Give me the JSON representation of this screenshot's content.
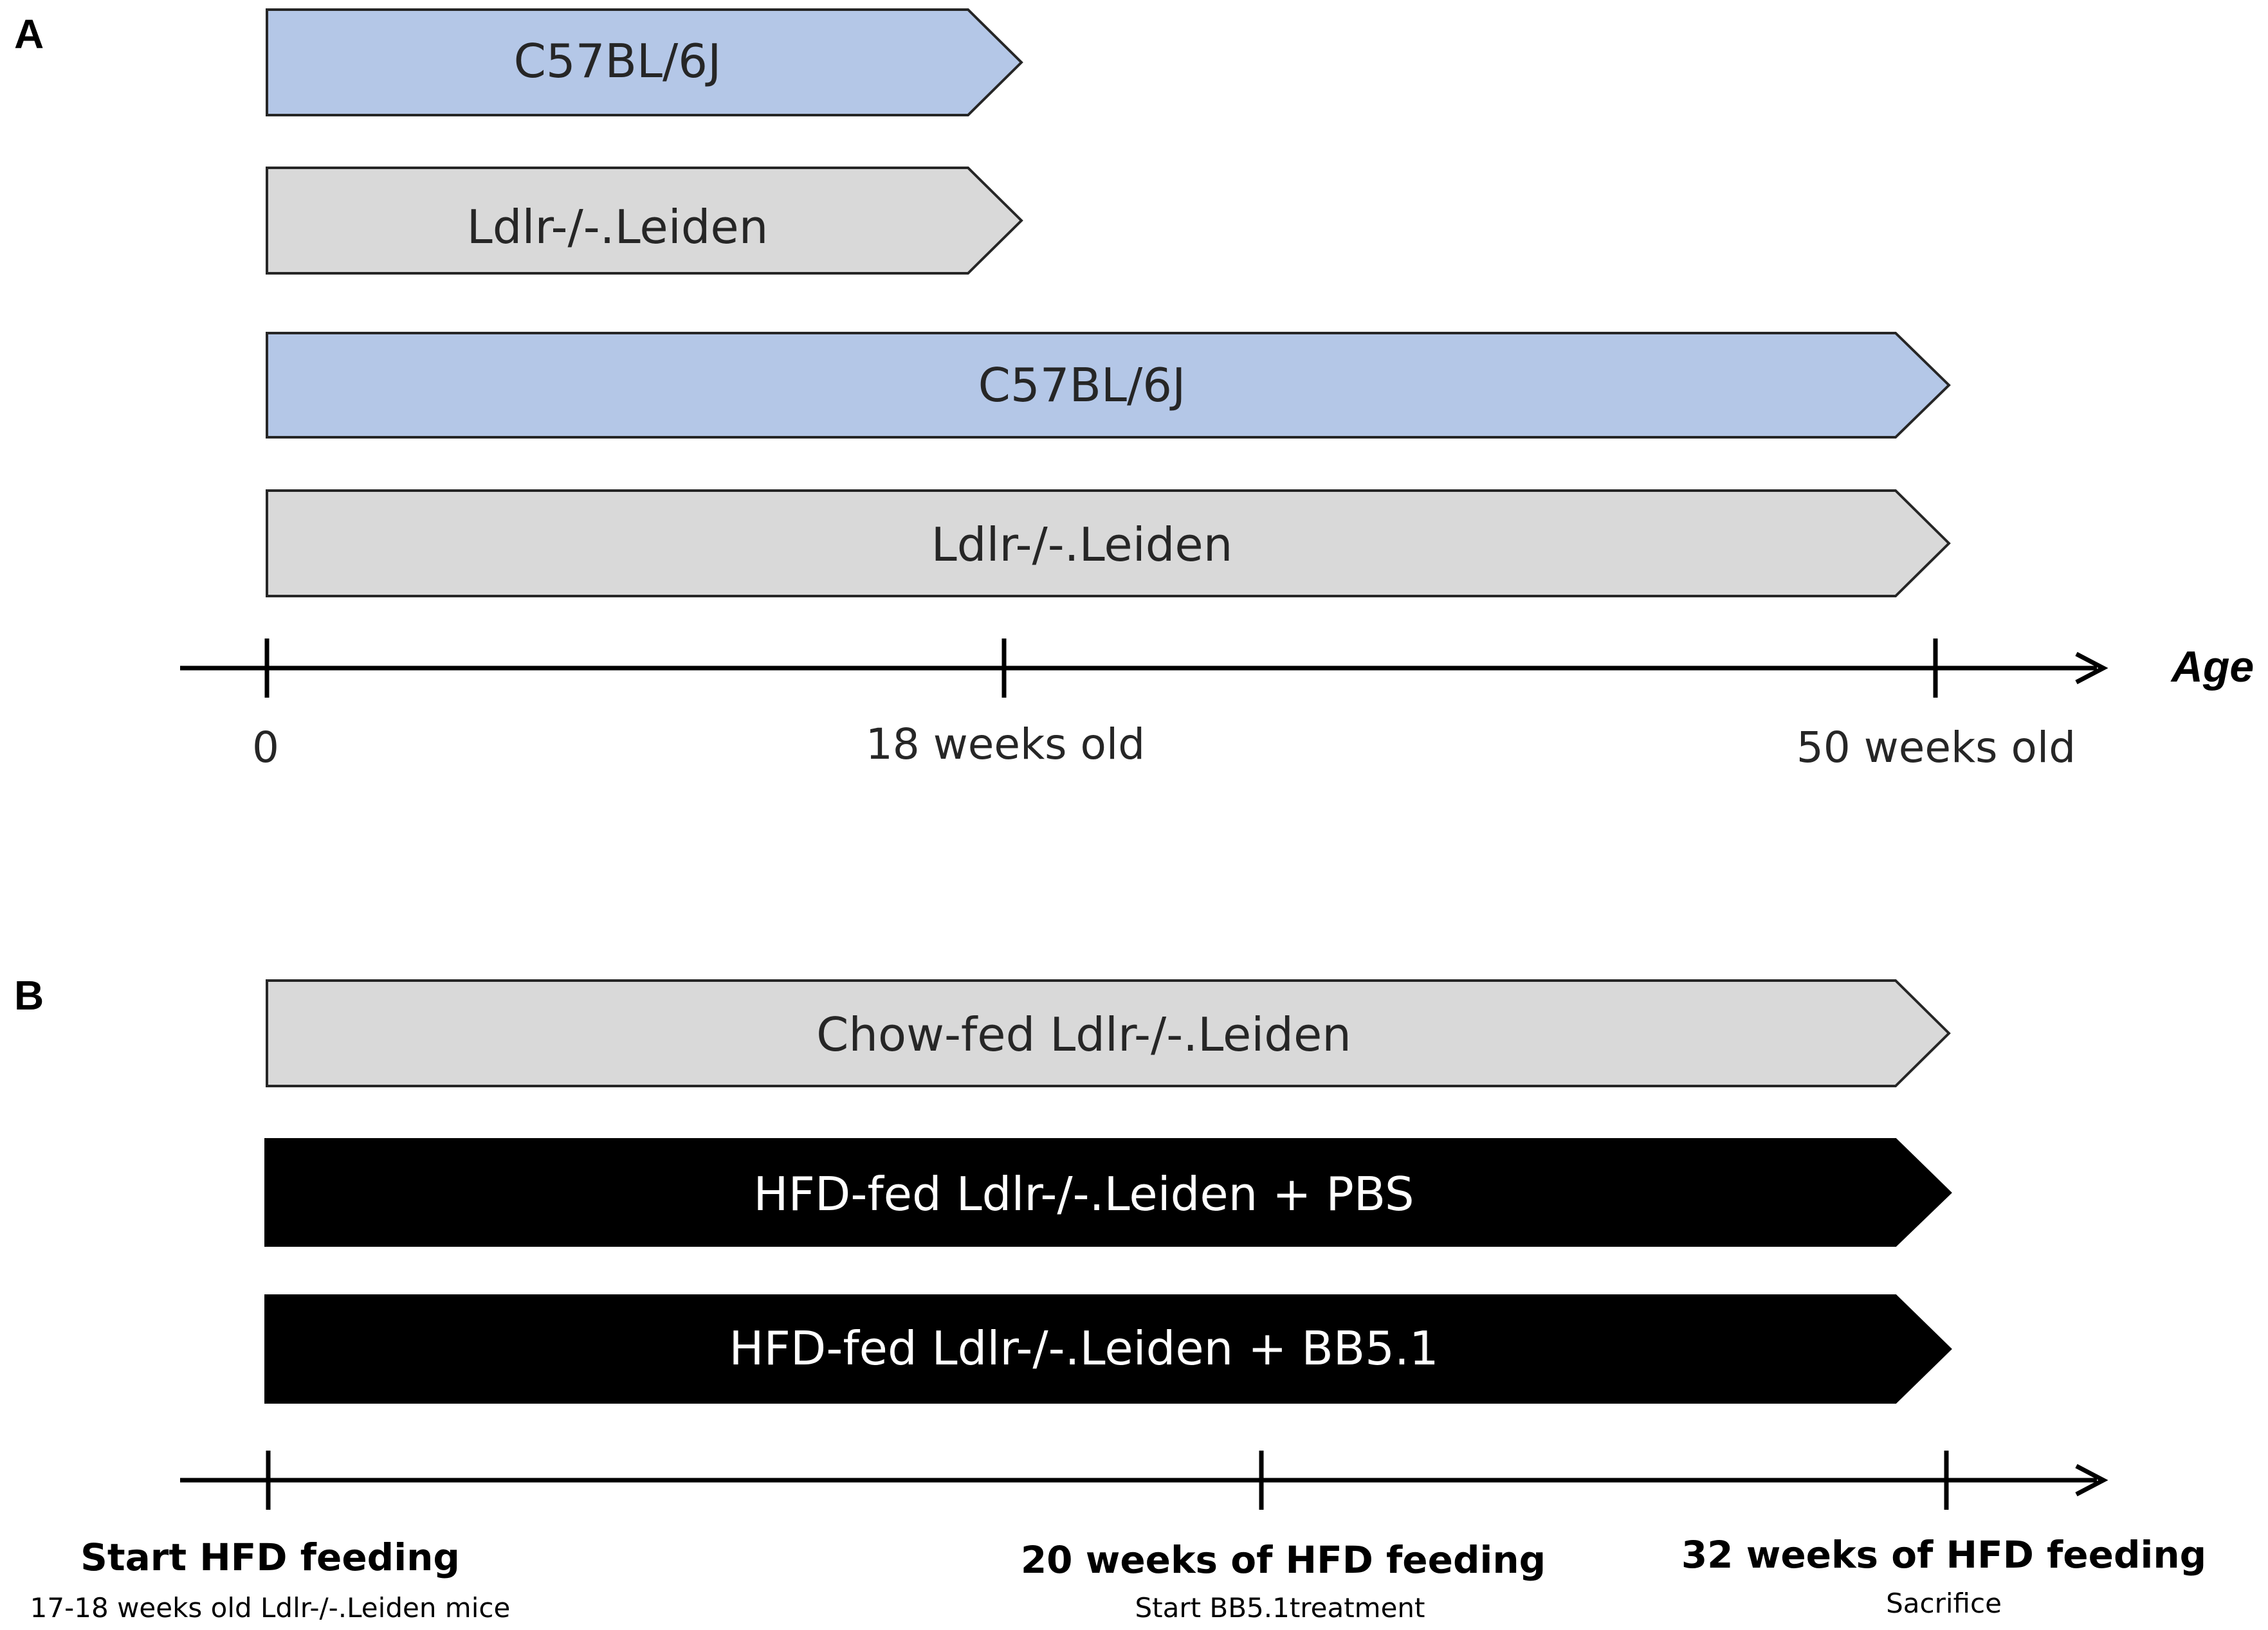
{
  "panel_a": {
    "letter": "A",
    "bars": [
      {
        "label": "C57BL/6J",
        "color": "#b4c7e7",
        "text_color": "#262626",
        "end": "18 weeks old"
      },
      {
        "label": "Ldlr-/-.Leiden",
        "color": "#d9d9d9",
        "text_color": "#262626",
        "end": "18 weeks old"
      },
      {
        "label": "C57BL/6J",
        "color": "#b4c7e7",
        "text_color": "#262626",
        "end": "50 weeks old"
      },
      {
        "label": "Ldlr-/-.Leiden",
        "color": "#d9d9d9",
        "text_color": "#262626",
        "end": "50 weeks old"
      }
    ],
    "axis": {
      "title": "Age",
      "ticks": [
        {
          "label": "0"
        },
        {
          "label": "18 weeks old"
        },
        {
          "label": "50 weeks old"
        }
      ]
    }
  },
  "panel_b": {
    "letter": "B",
    "bars": [
      {
        "label": "Chow-fed Ldlr-/-.Leiden",
        "color": "#d9d9d9",
        "text_color": "#262626"
      },
      {
        "label": "HFD-fed Ldlr-/-.Leiden + PBS",
        "color": "#000000",
        "text_color": "#ffffff"
      },
      {
        "label": "HFD-fed Ldlr-/-.Leiden + BB5.1",
        "color": "#000000",
        "text_color": "#ffffff"
      }
    ],
    "axis": {
      "ticks": [
        {
          "label": "Start HFD feeding",
          "sublabel": "17-18 weeks old Ldlr-/-.Leiden mice"
        },
        {
          "label": "20 weeks of HFD feeding",
          "sublabel": "Start BB5.1treatment"
        },
        {
          "label": "32 weeks of HFD feeding",
          "sublabel": "Sacrifice"
        }
      ]
    }
  }
}
